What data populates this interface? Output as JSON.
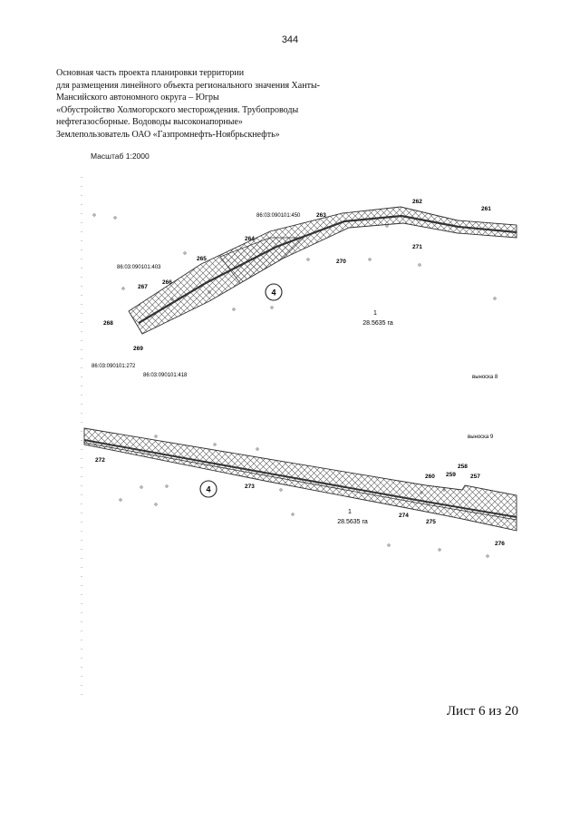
{
  "page": {
    "number": "344",
    "header_lines": [
      "Основная часть проекта планировки территории",
      "для размещения линейного объекта регионального значения Ханты-",
      "Мансийского автономного округа – Югры",
      "«Обустройство Холмогорского месторождения. Трубопроводы",
      "нефтегазосборные. Водоводы высоконапорные»",
      "Землепользователь ОАО «Газпромнефть-Ноябрьскнефть»"
    ],
    "scale": "Масштаб 1:2000",
    "sheet": "Лист 6 из 20"
  },
  "map1": {
    "points": [
      "268",
      "267",
      "266",
      "265",
      "264",
      "263",
      "262",
      "261",
      "271",
      "270",
      "269"
    ],
    "cadastral": [
      "86:03:090101:450",
      "86:03:090101:403",
      "86:03:090101:272",
      "86:03:090101:418"
    ],
    "zone_number": "4",
    "area_index": "1",
    "area_value": "28.5635 га",
    "callout": "выноска 8"
  },
  "map2": {
    "points": [
      "272",
      "273",
      "274",
      "275",
      "260",
      "259",
      "258",
      "257",
      "276"
    ],
    "zone_number": "4",
    "area_index": "1",
    "area_value": "28.5635 га",
    "callout": "выноска 9"
  },
  "colors": {
    "ink": "#222222",
    "hatch": "#555555",
    "axis": "#333333"
  }
}
